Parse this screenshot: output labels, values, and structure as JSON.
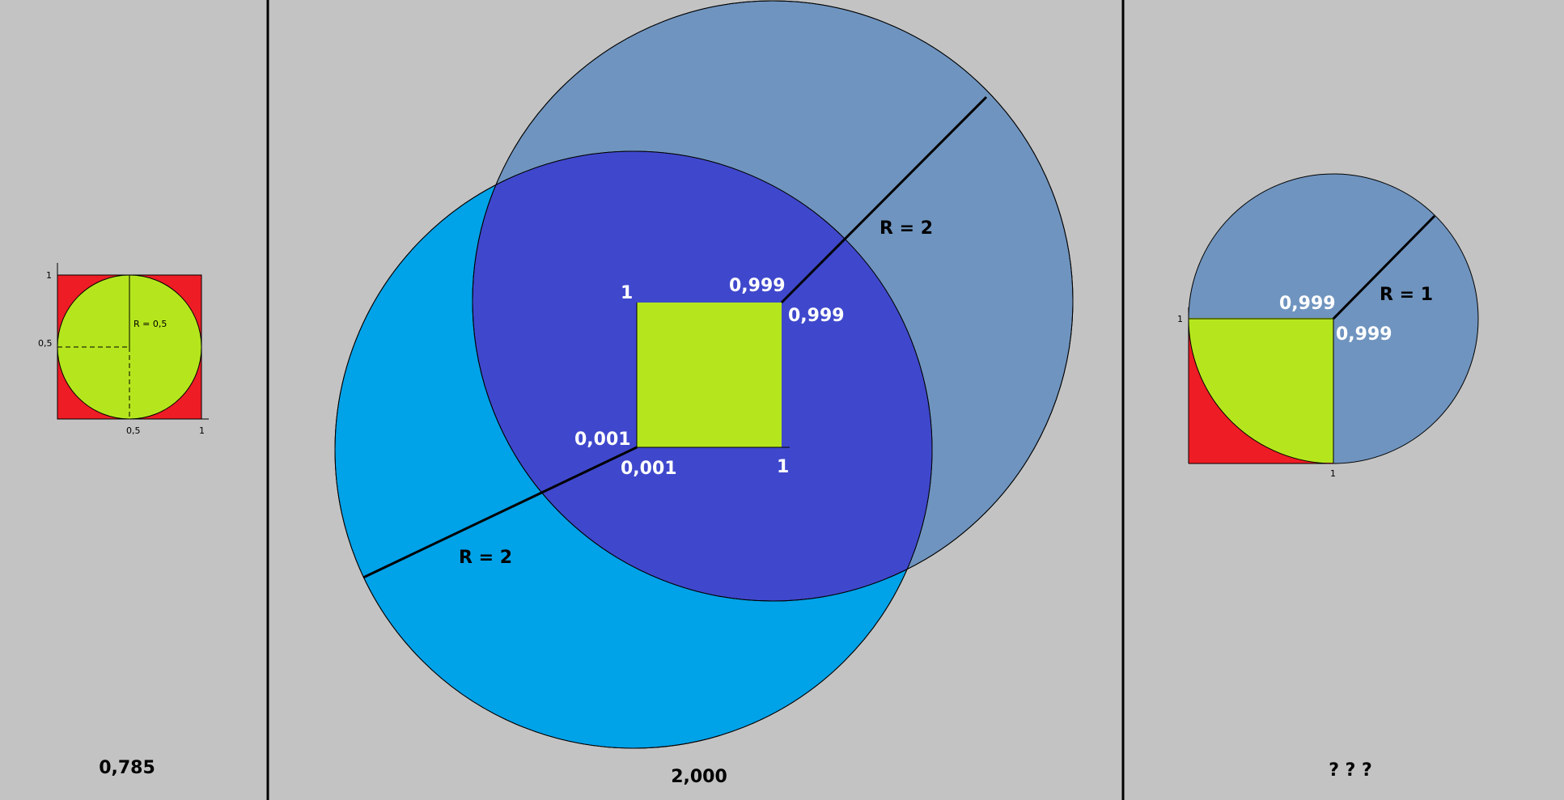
{
  "colors": {
    "background": "#c3c3c3",
    "square_red": "#ee1c25",
    "lime": "#b5e61d",
    "steel_blue": "#6f94bf",
    "sky_blue": "#00a2e8",
    "indigo": "#3f48cc",
    "label_white": "#ffffff",
    "ink": "#000000"
  },
  "left_panel": {
    "axis_y_top": "1",
    "axis_y_mid": "0,5",
    "axis_x_mid": "0,5",
    "axis_x_right": "1",
    "radius_label": "R = 0,5",
    "result": "0,785"
  },
  "middle_panel": {
    "corner_top_left": "1",
    "corner_top_right_x": "0,999",
    "corner_top_right_y": "0,999",
    "corner_bottom_left_y": "0,001",
    "corner_bottom_left_x": "0,001",
    "corner_bottom_right": "1",
    "radius_label_upper": "R = 2",
    "radius_label_lower": "R = 2",
    "result": "2,000"
  },
  "right_panel": {
    "axis_y_top": "1",
    "axis_x_right": "1",
    "corner_x": "0,999",
    "corner_y": "0,999",
    "radius_label": "R = 1",
    "result": "? ? ?"
  }
}
